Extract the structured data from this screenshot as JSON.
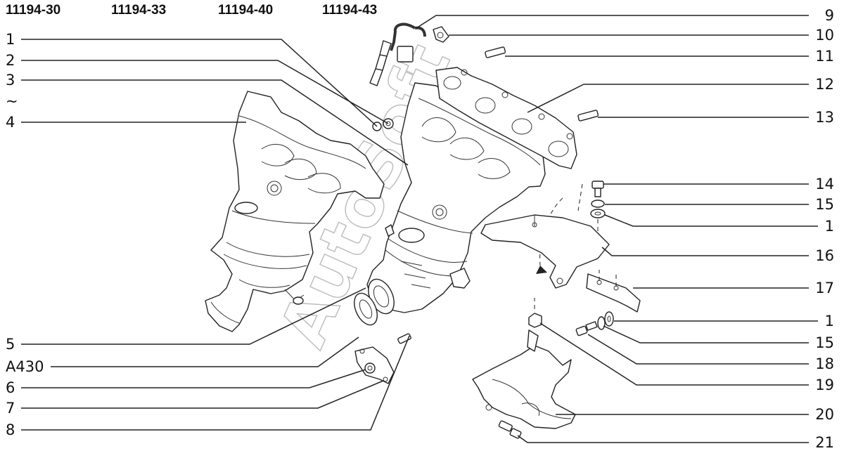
{
  "header_models": [
    "11194-30",
    "11194-33",
    "11194-40",
    "11194-43"
  ],
  "watermark": "AutoSoft",
  "left_labels": [
    {
      "id": "1"
    },
    {
      "id": "2"
    },
    {
      "id": "3"
    },
    {
      "id": "~"
    },
    {
      "id": "4"
    },
    {
      "id": "5"
    },
    {
      "id": "A430"
    },
    {
      "id": "6"
    },
    {
      "id": "7"
    },
    {
      "id": "8"
    }
  ],
  "right_labels": [
    {
      "id": "9"
    },
    {
      "id": "10"
    },
    {
      "id": "11"
    },
    {
      "id": "12"
    },
    {
      "id": "13"
    },
    {
      "id": "14"
    },
    {
      "id": "15"
    },
    {
      "id": "1"
    },
    {
      "id": "16"
    },
    {
      "id": "17"
    },
    {
      "id": "1"
    },
    {
      "id": "15"
    },
    {
      "id": "18"
    },
    {
      "id": "19"
    },
    {
      "id": "20"
    },
    {
      "id": "21"
    }
  ]
}
